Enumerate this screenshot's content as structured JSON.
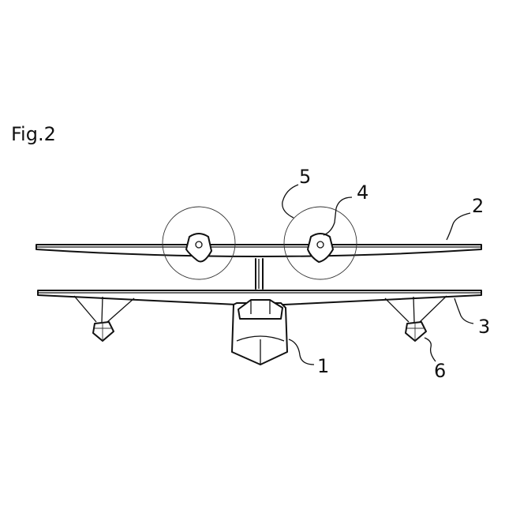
{
  "figure": {
    "label": "Fig.2"
  },
  "reference_numerals": [
    {
      "id": "1",
      "text": "1"
    },
    {
      "id": "2",
      "text": "2"
    },
    {
      "id": "3",
      "text": "3"
    },
    {
      "id": "4",
      "text": "4"
    },
    {
      "id": "5",
      "text": "5"
    },
    {
      "id": "6",
      "text": "6"
    }
  ]
}
